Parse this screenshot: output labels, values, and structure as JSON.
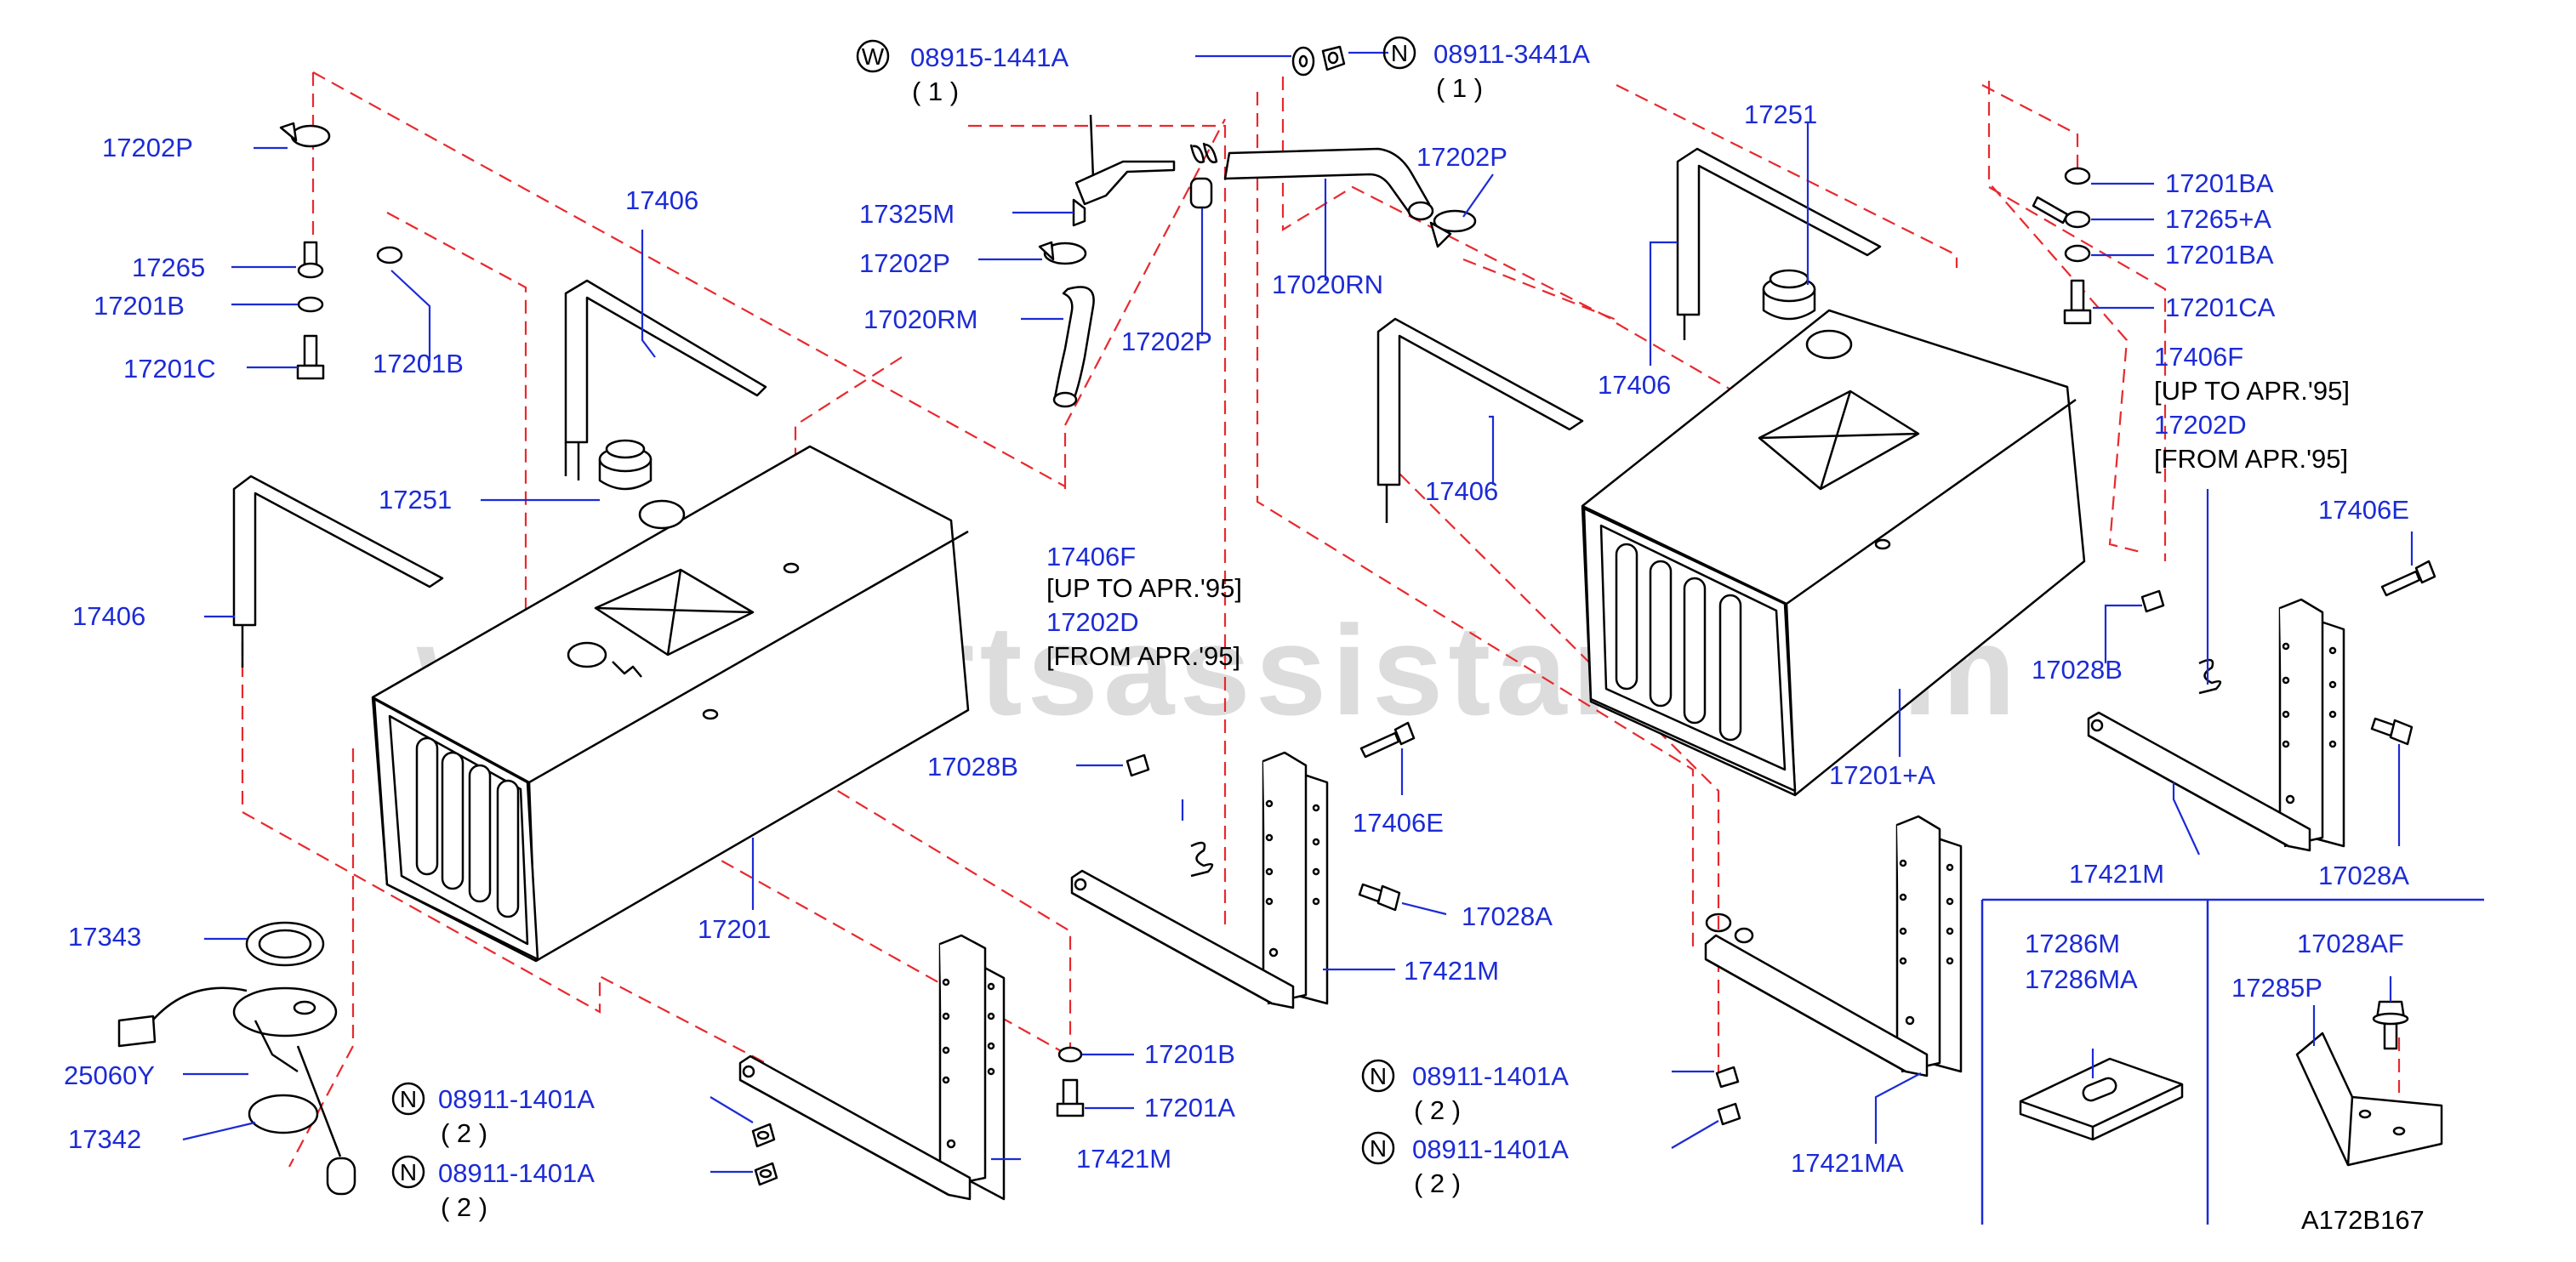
{
  "watermark": "www.partsassistant.com",
  "diagram_code": "A172B167",
  "fasteners": {
    "w_washer": {
      "circle": "W",
      "part": "08915-1441A",
      "qty": "( 1 )"
    },
    "n_nut_top": {
      "circle": "N",
      "part": "08911-3441A",
      "qty": "( 1 )"
    },
    "n_nut_left_1": {
      "circle": "N",
      "part": "08911-1401A",
      "qty": "( 2 )"
    },
    "n_nut_left_2": {
      "circle": "N",
      "part": "08911-1401A",
      "qty": "( 2 )"
    },
    "n_nut_mid_1": {
      "circle": "N",
      "part": "08911-1401A",
      "qty": "( 2 )"
    },
    "n_nut_mid_2": {
      "circle": "N",
      "part": "08911-1401A",
      "qty": "( 2 )"
    }
  },
  "labels": {
    "clamp_top_left": "17202P",
    "bolt_17265": "17265",
    "washer_17201b_left": "17201B",
    "washer_17201b_right": "17201B",
    "bolt_17201c": "17201C",
    "band_left_upper": "17406",
    "band_left_lower": "17406",
    "cap_left": "17251",
    "tank_left": "17201",
    "sender_gasket": "17343",
    "sender_unit": "25060Y",
    "sender_ring": "17342",
    "hose_17325m": "17325M",
    "clamp_17202p_mid": "17202P",
    "hose_17020rm": "17020RM",
    "clamp_17202p_low": "17202P",
    "hose_17020rn": "17020RN",
    "clamp_17202p_right": "17202P",
    "band_center": "17406",
    "pin_17406f_mid": "17406F",
    "note_up_to_mid": "[UP TO APR.'95]",
    "pin_17202d_mid": "17202D",
    "note_from_mid": "[FROM APR.'95]",
    "nut_17028b_mid": "17028B",
    "bolt_17406e_mid": "17406E",
    "bolt_17028a_mid": "17028A",
    "bracket_17421m_mid": "17421M",
    "washer_17201b_bottom": "17201B",
    "bolt_17201a": "17201A",
    "bracket_17421m_bottom": "17421M",
    "bracket_17421ma": "17421MA",
    "cap_right": "17251",
    "band_right": "17406",
    "tank_right": "17201+A",
    "washer_17201ba_1": "17201BA",
    "bolt_17265a": "17265+A",
    "washer_17201ba_2": "17201BA",
    "bolt_17201ca": "17201CA",
    "pin_17406f_right": "17406F",
    "note_up_to_right": "[UP TO APR.'95]",
    "pin_17202d_right": "17202D",
    "note_from_right": "[FROM APR.'95]",
    "bolt_17406e_right": "17406E",
    "nut_17028b_right": "17028B",
    "bracket_17421m_right": "17421M",
    "bolt_17028a_right": "17028A",
    "protector_17286m": "17286M",
    "protector_17286ma": "17286MA",
    "bolt_17028af": "17028AF",
    "protector_17285p": "17285P"
  }
}
